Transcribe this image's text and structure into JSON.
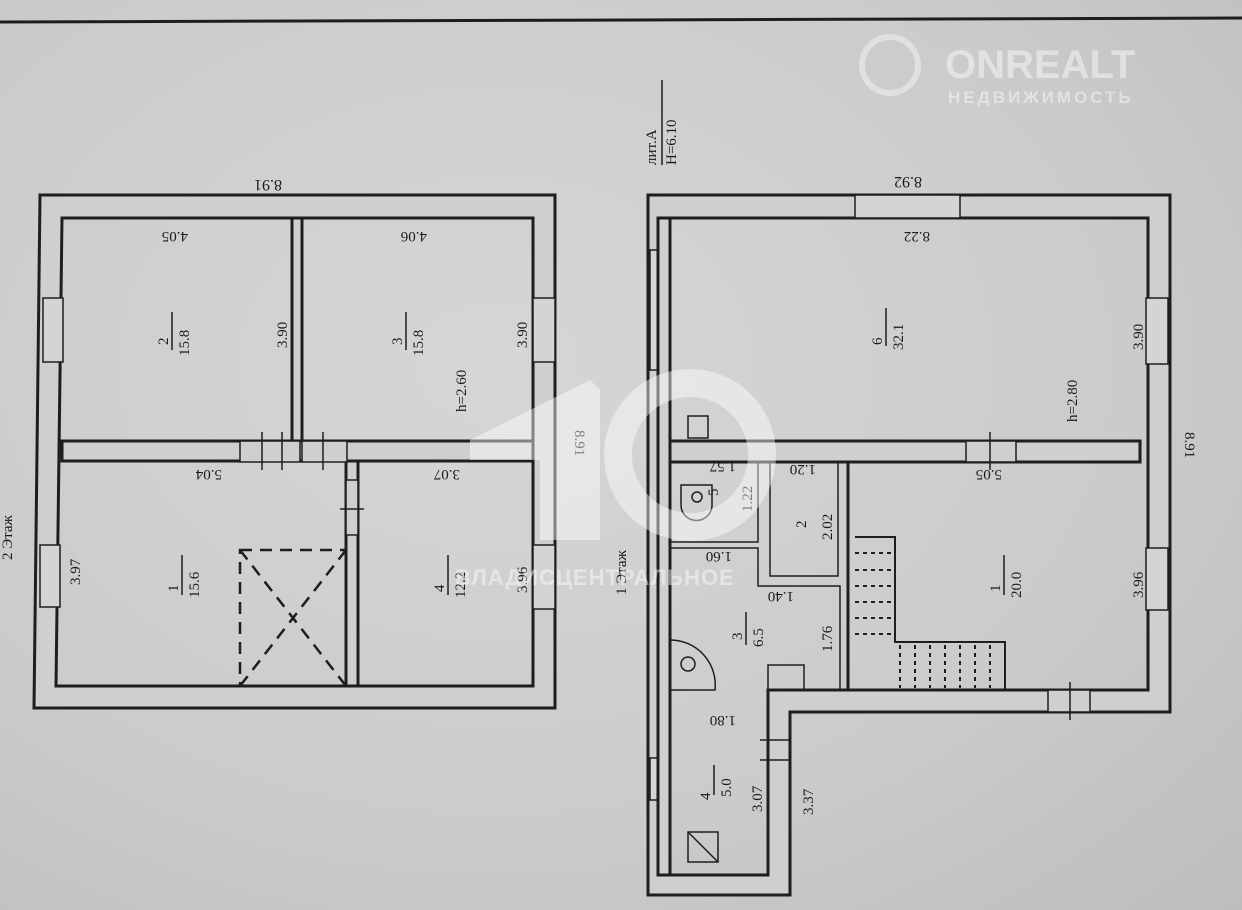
{
  "header": {
    "letter": "лит.А",
    "height": "H=6.10"
  },
  "floor2": {
    "label": "2 Этаж",
    "outer_width": "8.91",
    "outer_depth": "8.91",
    "ceiling": "h=2.60",
    "rooms": [
      {
        "num": "2",
        "area": "15.8",
        "width": "4.05",
        "depth": "3.90"
      },
      {
        "num": "3",
        "area": "15.8",
        "width": "4.06",
        "depth": "3.90"
      },
      {
        "num": "1",
        "area": "15.6",
        "width": "5.04",
        "depth": "3.97"
      },
      {
        "num": "4",
        "area": "12.2",
        "width": "3.07",
        "depth": "3.96"
      }
    ]
  },
  "floor1": {
    "label": "1 Этаж",
    "outer_width": "8.92",
    "inner_width": "8.22",
    "outer_depth": "8.91",
    "ceiling": "h=2.80",
    "rooms": [
      {
        "num": "6",
        "area": "32.1",
        "depth": "3.90"
      },
      {
        "num": "1",
        "area": "20.0",
        "width": "5.05",
        "depth": "3.96"
      },
      {
        "num": "5",
        "width": "1.57",
        "depth": "1.22"
      },
      {
        "num": "2",
        "width": "1.20",
        "depth": "2.02"
      },
      {
        "num": "3",
        "area": "6.5",
        "width": "1.60",
        "width2": "1.40",
        "depth": "1.76"
      },
      {
        "num": "4",
        "area": "5.0",
        "width": "1.80",
        "depth": "3.07",
        "outer_depth": "3.37"
      }
    ]
  },
  "watermarks": {
    "brand": "ONREALT",
    "brand_sub": "НЕДВИЖИМОСТЬ",
    "agency": "ВЛАДИСЦЕНТРАЛЬНОЕ",
    "logo": "10"
  }
}
